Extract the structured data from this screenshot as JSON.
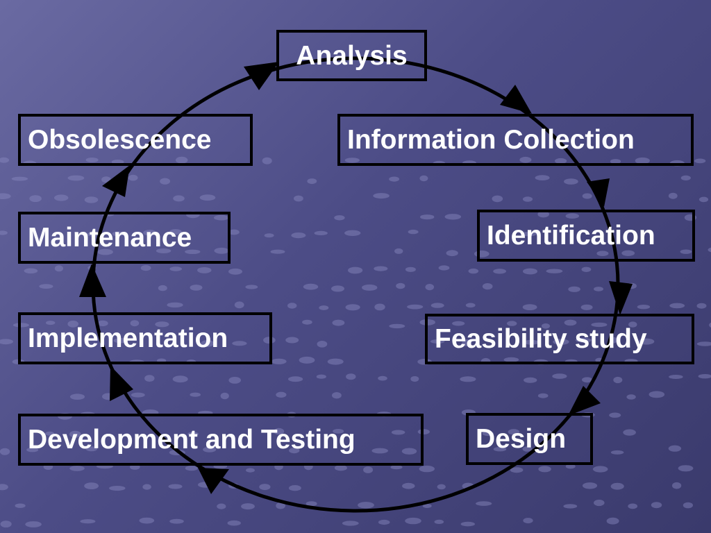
{
  "slide": {
    "background_color": "#55558f",
    "stages": {
      "analysis": "Analysis",
      "information_collection": "Information Collection",
      "identification": "Identification",
      "feasibility_study": "Feasibility study",
      "design": "Design",
      "development_and_testing": "Development and Testing",
      "implementation": "Implementation",
      "maintenance": "Maintenance",
      "obsolescence": "Obsolescence"
    },
    "cycle_direction": "clockwise"
  }
}
